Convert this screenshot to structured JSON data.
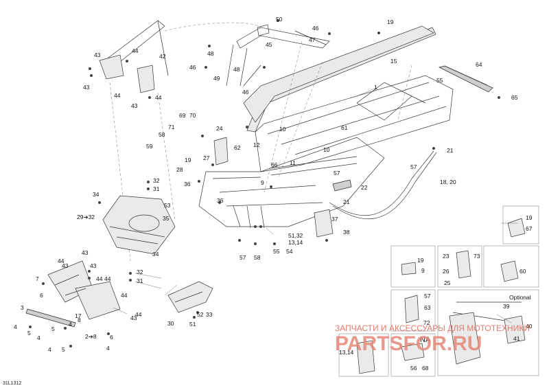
{
  "diagram_code": "31L1312",
  "optional_label": "Optional",
  "na_label": "NA",
  "watermark": {
    "tagline": "ЗАПЧАСТИ И АКСЕССУАРЫ ДЛЯ МОТОТЕХНИКИ",
    "logo": "PARTSFOR.RU"
  },
  "callouts": {
    "c1": "1",
    "c2to8": "2➔8",
    "c3": "3",
    "c4a": "4",
    "c4b": "4",
    "c4c": "4",
    "c4d": "4",
    "c4e": "4",
    "c5a": "5",
    "c5b": "5",
    "c5c": "5",
    "c6a": "6",
    "c6b": "6",
    "c7": "7",
    "c8": "8",
    "c9a": "9",
    "c9b": "9",
    "c10a": "10",
    "c10b": "10",
    "c11": "11",
    "c12": "12",
    "c13_14a": "13,14",
    "c13_14b": "13,14",
    "c15": "15",
    "c17": "17",
    "c18_20": "18, 20",
    "c19a": "19",
    "c19b": "19",
    "c19c": "19",
    "c19d": "19",
    "c21a": "21",
    "c21b": "21",
    "c22": "22",
    "c23": "23",
    "c24": "24",
    "c25": "25",
    "c26": "26",
    "c27": "27",
    "c28": "28",
    "c29to32": "29➔32",
    "c30": "30",
    "c31a": "31",
    "c31b": "31",
    "c32a": "32",
    "c32b": "32",
    "c33": "33",
    "c34a": "34",
    "c34b": "34",
    "c35": "35",
    "c36a": "36",
    "c36b": "36",
    "c37": "37",
    "c38": "38",
    "c39": "39",
    "c40": "40",
    "c41": "41",
    "c42": "42",
    "c43a": "43",
    "c43b": "43",
    "c43c": "43",
    "c43d": "43",
    "c43e": "43",
    "c43f": "43",
    "c43g": "43",
    "c44a": "44",
    "c44b": "44",
    "c44c": "44",
    "c44d": "44",
    "c44e": "44",
    "c44f": "44",
    "c44g": "44",
    "c44h": "44",
    "c45": "45",
    "c46a": "46",
    "c46b": "46",
    "c46c": "46",
    "c47": "47",
    "c48a": "48",
    "c48b": "48",
    "c49": "49",
    "c50": "50",
    "c51": "51",
    "c51_32": "51,32",
    "c52": "52",
    "c53": "53",
    "c54": "54",
    "c55a": "55",
    "c55b": "55",
    "c56": "56",
    "c57a": "57",
    "c57b": "57",
    "c57c": "57",
    "c57d": "57",
    "c58a": "58",
    "c58b": "58",
    "c59": "59",
    "c60": "60",
    "c61": "61",
    "c62": "62",
    "c63": "63",
    "c64": "64",
    "c65": "65",
    "c66": "66",
    "c67": "67",
    "c68": "68",
    "c69": "69",
    "c70": "70",
    "c71": "71",
    "c72": "72",
    "c73": "73"
  }
}
